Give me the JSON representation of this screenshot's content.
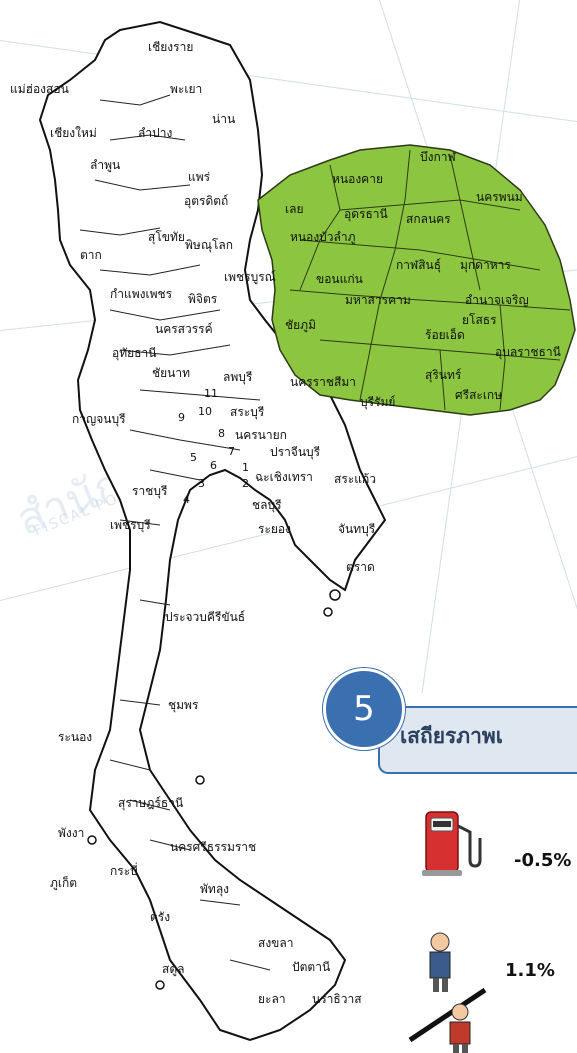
{
  "map": {
    "provinces_outside": [
      "เชียงราย",
      "แม่ฮ่องสอน",
      "พะเยา",
      "น่าน",
      "เชียงใหม่",
      "ลำปาง",
      "ลำพูน",
      "แพร่",
      "อุตรดิตถ์",
      "ตาก",
      "สุโขทัย",
      "พิษณุโลก",
      "กำแพงเพชร",
      "พิจิตร",
      "เพชรบูรณ์",
      "นครสวรรค์",
      "อุทัยธานี",
      "ชัยนาท",
      "ลพบุรี",
      "กาญจนบุรี",
      "สระบุรี",
      "นครนายก",
      "ปราจีนบุรี",
      "ราชบุรี",
      "ฉะเชิงเทรา",
      "สระแก้ว",
      "ชลบุรี",
      "เพชรบุรี",
      "ระยอง",
      "จันทบุรี",
      "ตราด",
      "ประจวบคีรีขันธ์",
      "ชุมพร",
      "ระนอง",
      "สุราษฎร์ธานี",
      "พังงา",
      "นครศรีธรรมราช",
      "ภูเก็ต",
      "กระบี่",
      "พัทลุง",
      "ตรัง",
      "สงขลา",
      "ปัตตานี",
      "สตูล",
      "ยะลา",
      "นราธิวาส"
    ],
    "provinces_northeast": [
      "บึงกาฬ",
      "หนองคาย",
      "นครพนม",
      "เลย",
      "อุดรธานี",
      "สกลนคร",
      "หนองบัวลำภู",
      "กาฬสินธุ์",
      "มุกดาหาร",
      "ขอนแก่น",
      "มหาสารคาม",
      "อำนาจเจริญ",
      "ชัยภูมิ",
      "ยโสธร",
      "ร้อยเอ็ด",
      "อุบลราชธานี",
      "นครราชสีมา",
      "สุรินทร์",
      "บุรีรัมย์",
      "ศรีสะเกษ"
    ],
    "central_numbers": [
      "1",
      "2",
      "3",
      "4",
      "5",
      "6",
      "7",
      "8",
      "9",
      "10",
      "11"
    ],
    "highlight_color": "#8cc641",
    "watermark": "สำนักงานเศร",
    "watermark_sub": "FISCAL POLICY"
  },
  "section": {
    "number": "5",
    "heading": "เสถียรภาพเ",
    "badge_color": "#3a6fb0"
  },
  "stats": [
    {
      "icon": "fuel-pump-icon",
      "value": "-0.5%"
    },
    {
      "icon": "worker-icon",
      "value": "1.1%"
    }
  ]
}
